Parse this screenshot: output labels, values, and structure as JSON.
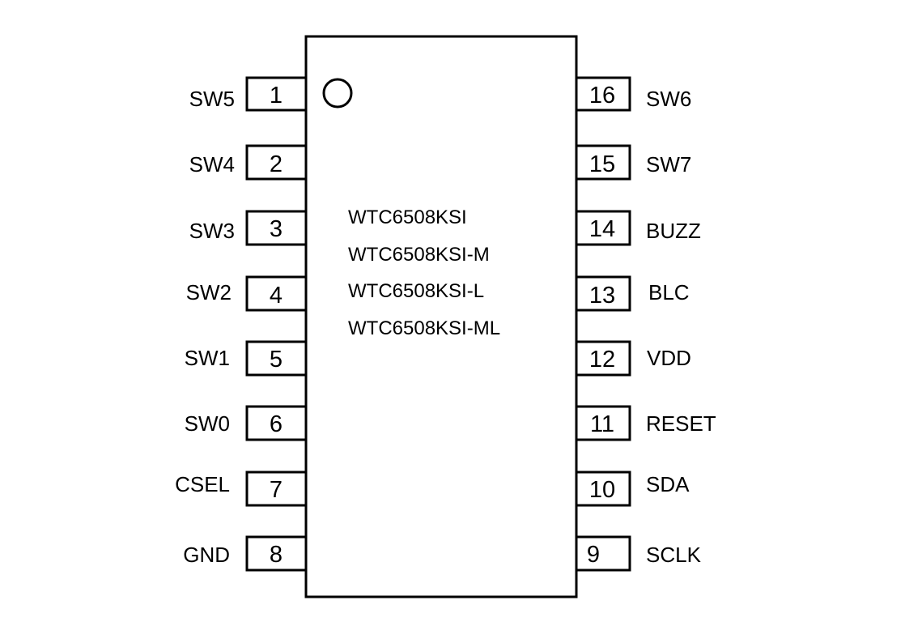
{
  "chip": {
    "part_numbers": [
      "WTC6508KSI",
      "WTC6508KSI-M",
      "WTC6508KSI-L",
      "WTC6508KSI-ML"
    ],
    "left_pins": [
      {
        "number": "1",
        "name": "SW5"
      },
      {
        "number": "2",
        "name": "SW4"
      },
      {
        "number": "3",
        "name": "SW3"
      },
      {
        "number": "4",
        "name": "SW2"
      },
      {
        "number": "5",
        "name": "SW1"
      },
      {
        "number": "6",
        "name": "SW0"
      },
      {
        "number": "7",
        "name": "CSEL"
      },
      {
        "number": "8",
        "name": "GND"
      }
    ],
    "right_pins": [
      {
        "number": "16",
        "name": "SW6"
      },
      {
        "number": "15",
        "name": "SW7"
      },
      {
        "number": "14",
        "name": "BUZZ"
      },
      {
        "number": "13",
        "name": "BLC"
      },
      {
        "number": "12",
        "name": "VDD"
      },
      {
        "number": "11",
        "name": "RESET"
      },
      {
        "number": "10",
        "name": "SDA"
      },
      {
        "number": "9",
        "name": "SCLK"
      }
    ]
  }
}
